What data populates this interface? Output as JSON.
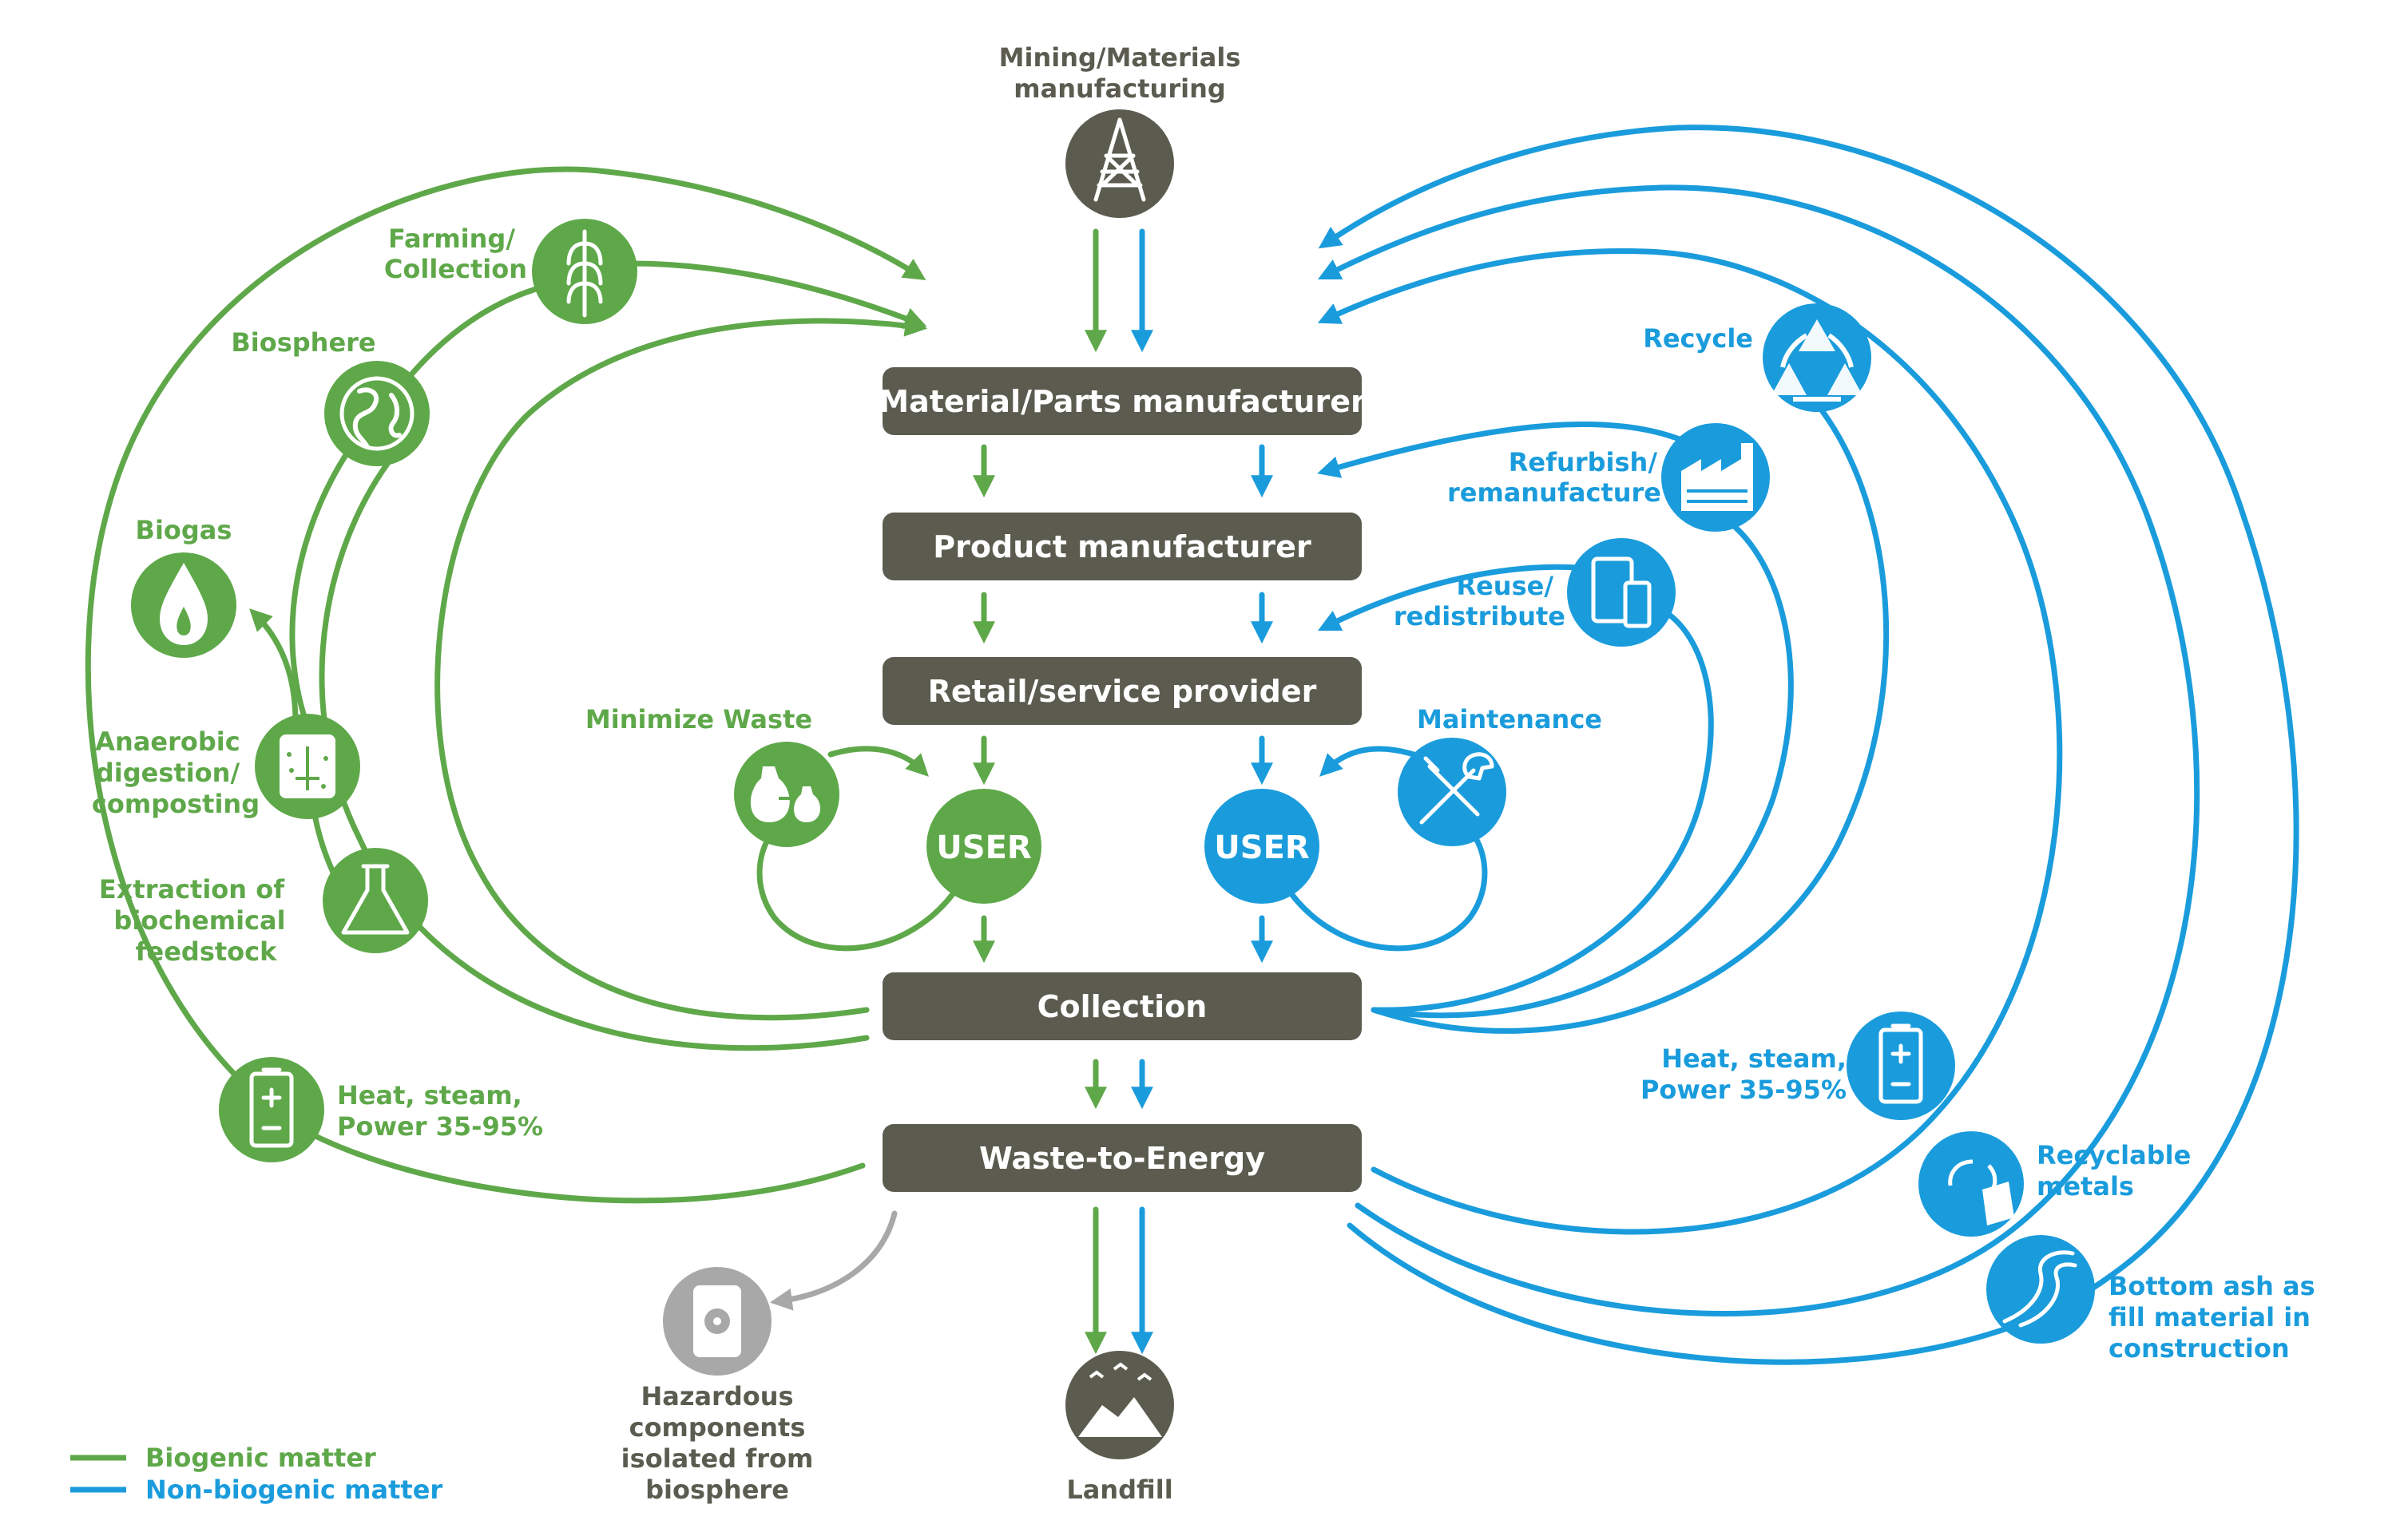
{
  "stages": {
    "material_parts": "Material/Parts manufacturer",
    "product": "Product manufacturer",
    "retail": "Retail/service provider",
    "collection": "Collection",
    "wte": "Waste-to-Energy"
  },
  "top_node": {
    "line1": "Mining/Materials",
    "line2": "manufacturing",
    "icon": "oil-derrick-icon"
  },
  "user_label": "USER",
  "green_nodes": {
    "farming": {
      "line1": "Farming/",
      "line2": "Collection",
      "icon": "wheat-icon"
    },
    "biosphere": {
      "line1": "Biosphere",
      "icon": "globe-icon"
    },
    "biogas": {
      "line1": "Biogas",
      "icon": "flame-drop-icon"
    },
    "anaerobic": {
      "line1": "Anaerobic",
      "line2": "digestion/",
      "line3": "composting",
      "icon": "digester-icon"
    },
    "extraction": {
      "line1": "Extraction of",
      "line2": "biochemical",
      "line3": "feedstock",
      "icon": "flask-icon"
    },
    "heat": {
      "line1": "Heat, steam,",
      "line2": "Power 35-95%",
      "icon": "battery-icon"
    },
    "minimize": {
      "line1": "Minimize Waste",
      "icon": "sacks-icon"
    }
  },
  "blue_nodes": {
    "recycle": {
      "line1": "Recycle",
      "icon": "recycle-icon"
    },
    "refurbish": {
      "line1": "Refurbish/",
      "line2": "remanufacture",
      "icon": "factory-icon"
    },
    "reuse": {
      "line1": "Reuse/",
      "line2": "redistribute",
      "icon": "devices-icon"
    },
    "maintenance": {
      "line1": "Maintenance",
      "icon": "wrench-screwdriver-icon"
    },
    "heat": {
      "line1": "Heat, steam,",
      "line2": "Power 35-95%",
      "icon": "battery-icon"
    },
    "metals": {
      "line1": "Recyclable",
      "line2": "metals",
      "icon": "recycle-can-icon"
    },
    "ash": {
      "line1": "Bottom ash as",
      "line2": "fill material in",
      "line3": "construction",
      "icon": "road-icon"
    }
  },
  "grey_nodes": {
    "hazardous": {
      "line1": "Hazardous",
      "line2": "components",
      "line3": "isolated from",
      "line4": "biosphere",
      "icon": "radioactive-barrel-icon"
    },
    "landfill": {
      "line1": "Landfill",
      "icon": "landfill-icon"
    }
  },
  "legend": {
    "biogenic": "Biogenic matter",
    "non_biogenic": "Non-biogenic matter"
  },
  "colors": {
    "green": "#5fa84a",
    "blue": "#1a9cdc",
    "dark": "#5b5b50",
    "grey": "#a8a8a8"
  }
}
